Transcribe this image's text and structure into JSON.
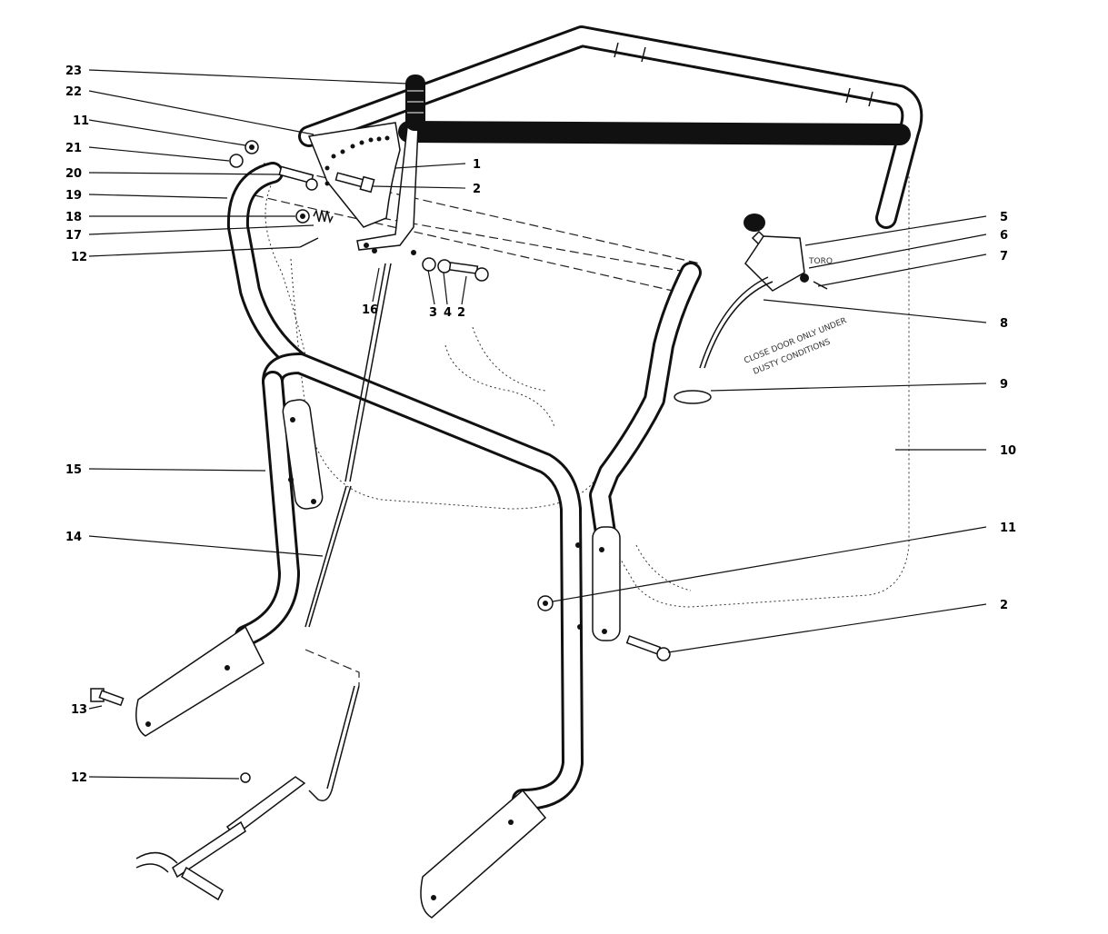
{
  "callouts": [
    {
      "id": "23",
      "label": "23"
    },
    {
      "id": "22",
      "label": "22"
    },
    {
      "id": "11a",
      "label": "11"
    },
    {
      "id": "21",
      "label": "21"
    },
    {
      "id": "20",
      "label": "20"
    },
    {
      "id": "19",
      "label": "19"
    },
    {
      "id": "18",
      "label": "18"
    },
    {
      "id": "17",
      "label": "17"
    },
    {
      "id": "12a",
      "label": "12"
    },
    {
      "id": "1",
      "label": "1"
    },
    {
      "id": "2a",
      "label": "2"
    },
    {
      "id": "16",
      "label": "16"
    },
    {
      "id": "3",
      "label": "3"
    },
    {
      "id": "4",
      "label": "4"
    },
    {
      "id": "2b",
      "label": "2"
    },
    {
      "id": "5",
      "label": "5"
    },
    {
      "id": "6",
      "label": "6"
    },
    {
      "id": "7",
      "label": "7"
    },
    {
      "id": "8",
      "label": "8"
    },
    {
      "id": "9",
      "label": "9"
    },
    {
      "id": "10",
      "label": "10"
    },
    {
      "id": "15",
      "label": "15"
    },
    {
      "id": "14",
      "label": "14"
    },
    {
      "id": "11b",
      "label": "11"
    },
    {
      "id": "2c",
      "label": "2"
    },
    {
      "id": "13",
      "label": "13"
    },
    {
      "id": "12b",
      "label": "12"
    }
  ],
  "bag_text": {
    "line1": "CLOSE DOOR ONLY UNDER",
    "line2": "DUSTY CONDITIONS",
    "brand": "TORO"
  }
}
